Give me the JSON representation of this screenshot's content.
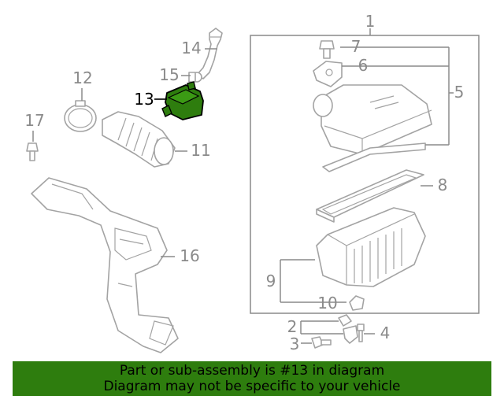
{
  "callouts": {
    "c1": "1",
    "c2": "2",
    "c3": "3",
    "c4": "4",
    "c5": "5",
    "c6": "6",
    "c7": "7",
    "c8": "8",
    "c9": "9",
    "c10": "10",
    "c11": "11",
    "c12": "12",
    "c13": "13",
    "c14": "14",
    "c15": "15",
    "c16": "16",
    "c17": "17"
  },
  "highlight": {
    "part_number": "13",
    "color": "#2e7d0e"
  },
  "banner": {
    "line1": "Part or sub-assembly is #13 in diagram",
    "line2": "Diagram may not be specific to your vehicle",
    "color": "#2e7d0e"
  }
}
